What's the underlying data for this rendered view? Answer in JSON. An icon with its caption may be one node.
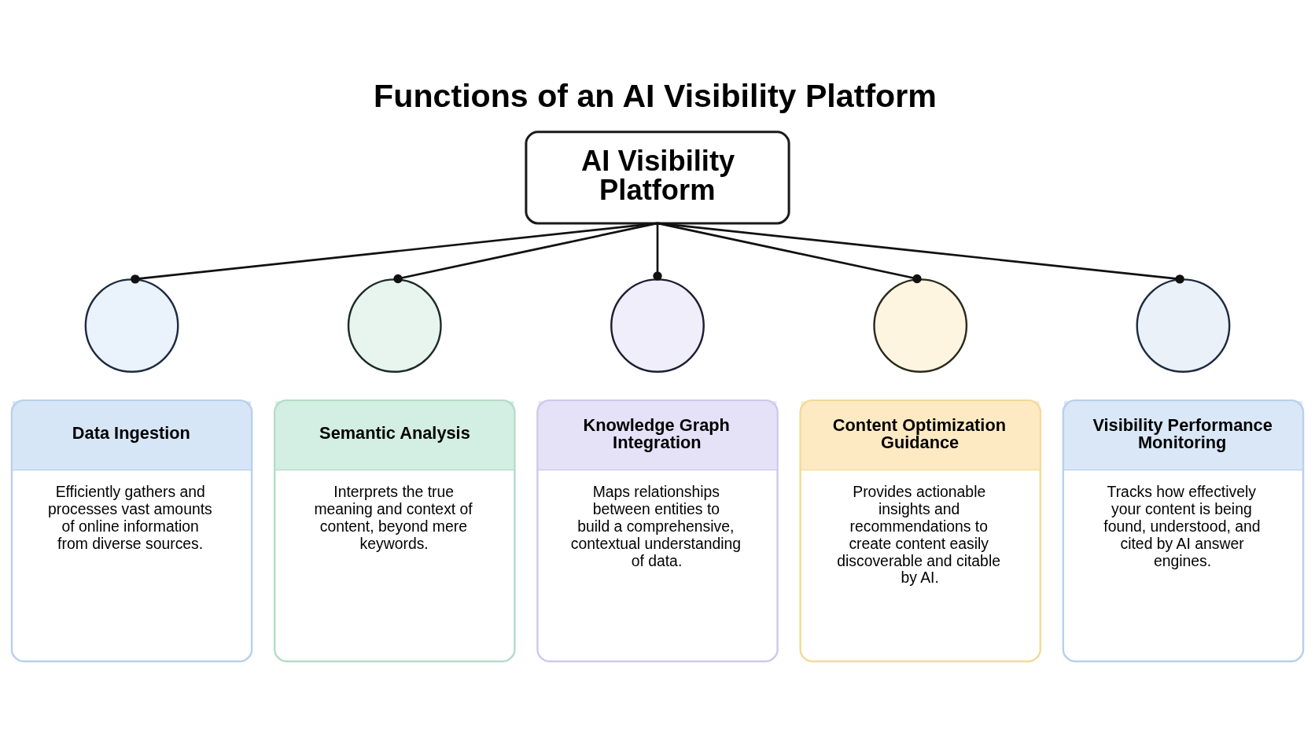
{
  "diagram": {
    "title": "Functions of an AI Visibility Platform",
    "nodes": [
      {
        "text": [
          "AI Visibility Platform"
        ]
      },
      {
        "text": [],
        "shape": "circle"
      },
      {
        "text": [
          "Data Ingestion",
          "Efficiently gathers and processes vast amounts of online information from diverse sources."
        ]
      },
      {
        "text": [],
        "shape": "circle"
      },
      {
        "text": [
          "Semantic Analysis",
          "Interprets the true meaning and context of content, beyond mere keywords."
        ]
      },
      {
        "text": [],
        "shape": "circle"
      },
      {
        "text": [
          "Knowledge Graph Integration",
          "Maps relationships between entities to build a comprehensive, contextual understanding of data."
        ]
      },
      {
        "text": [],
        "shape": "circle"
      },
      {
        "text": [
          "Content Optimization Guidance",
          "Provides actionable insights and recommendations to create content easily discoverable and citable by AI."
        ]
      },
      {
        "text": [],
        "shape": "circle"
      },
      {
        "text": [
          "Visibility Performance Monitoring",
          "Tracks how effectively your content is being found, understood, and cited by AI answer engines."
        ]
      }
    ],
    "edges": [
      {
        "from": 0,
        "to": 1,
        "arrow": "other"
      },
      {
        "from": 0,
        "to": 3,
        "arrow": "other"
      },
      {
        "from": 0,
        "to": 5,
        "arrow": "other"
      },
      {
        "from": 0,
        "to": 7,
        "arrow": "other"
      },
      {
        "from": 0,
        "to": 9,
        "arrow": "other"
      }
    ]
  }
}
